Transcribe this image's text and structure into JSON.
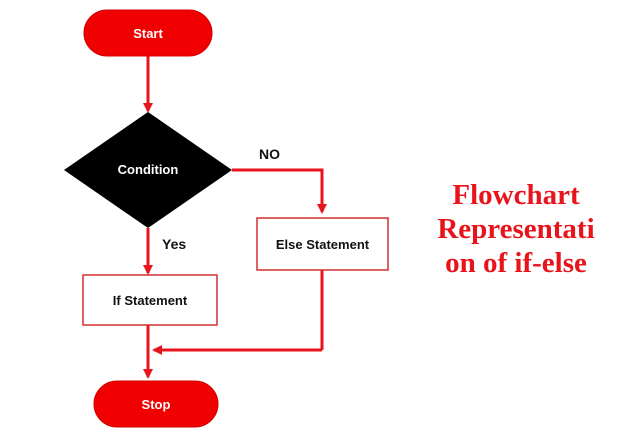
{
  "diagram": {
    "nodes": {
      "start": "Start",
      "condition": "Condition",
      "else_statement": "Else Statement",
      "if_statement": "If Statement",
      "stop": "Stop"
    },
    "edge_labels": {
      "no": "NO",
      "yes": "Yes"
    }
  },
  "title_lines": [
    "Flowchart",
    "Representati",
    "on of  if-else"
  ],
  "colors": {
    "terminal_fill": "#f00000",
    "decision_fill": "#000000",
    "connector": "#e8141c",
    "box_border": "#d32f2f",
    "title": "#e8141c"
  }
}
